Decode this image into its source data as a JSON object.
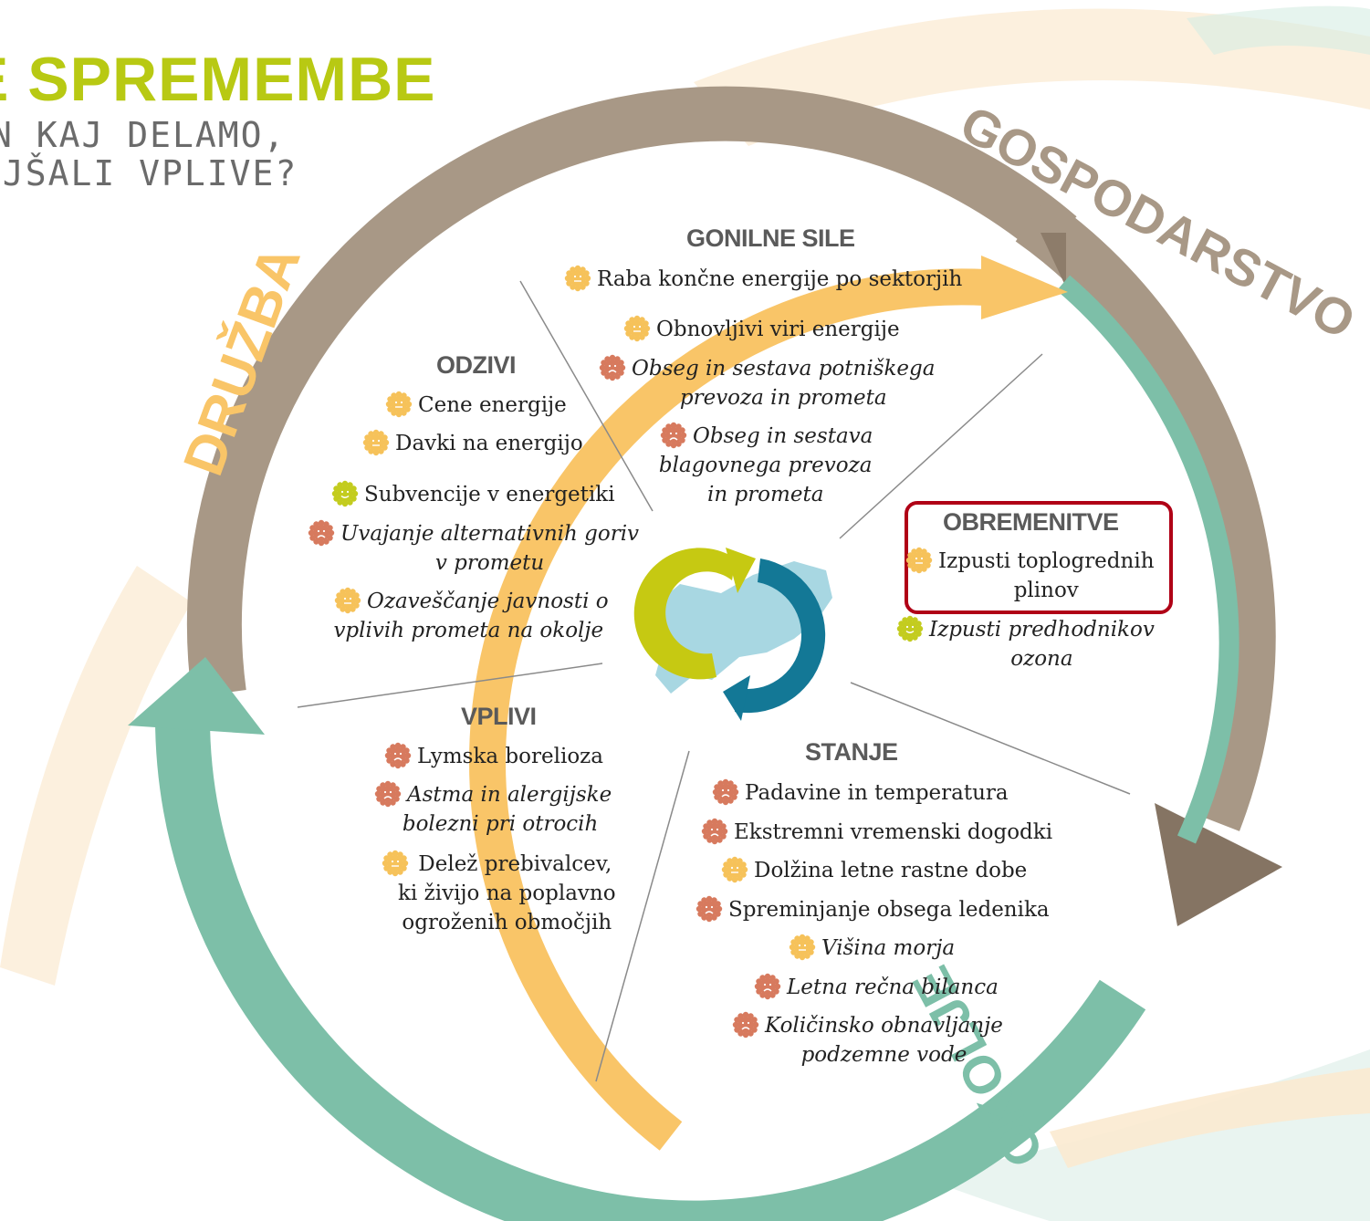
{
  "header": {
    "title": "E SPREMEMBE",
    "subtitle_line1": "N KAJ DELAMO,",
    "subtitle_line2": "NJŠALI VPLIVE?"
  },
  "arcs": {
    "druzba": "DRUŽBA",
    "gospodarstvo": "GOSPODARSTVO",
    "okolje": "OKOLJE"
  },
  "colors": {
    "orange": "#f9c568",
    "brown": "#a89886",
    "teal": "#7dbfa8",
    "sun_orange": "#f6c25a",
    "sun_green": "#c3cc1f",
    "sun_red": "#d77a5e",
    "highlight": "#b00016"
  },
  "sections": {
    "gonilne_sile": {
      "title": "GONILNE SILE",
      "items": [
        {
          "text": "Raba končne energije po sektorjih",
          "status": "orange",
          "italic": false
        },
        {
          "text": "Obnovljivi viri energije",
          "status": "orange",
          "italic": false
        },
        {
          "text": "Obseg in sestava potniškega",
          "cont": "prevoza in prometa",
          "status": "red",
          "italic": true
        },
        {
          "text": "Obseg in sestava",
          "cont": "blagovnega prevoza",
          "cont2": "in prometa",
          "status": "red",
          "italic": true
        }
      ]
    },
    "odzivi": {
      "title": "ODZIVI",
      "items": [
        {
          "text": "Cene energije",
          "status": "orange",
          "italic": false
        },
        {
          "text": "Davki na energijo",
          "status": "orange",
          "italic": false
        },
        {
          "text": "Subvencije v energetiki",
          "status": "green",
          "italic": false
        },
        {
          "text": "Uvajanje alternativnih goriv",
          "cont": "v prometu",
          "status": "red",
          "italic": true
        },
        {
          "text": "Ozaveščanje javnosti o",
          "cont": "vplivih prometa na okolje",
          "status": "orange",
          "italic": true
        }
      ]
    },
    "obremenitve": {
      "title": "OBREMENITVE",
      "items": [
        {
          "text": "Izpusti toplogrednih",
          "cont": "plinov",
          "status": "orange",
          "italic": false
        },
        {
          "text": "Izpusti predhodnikov",
          "cont": "ozona",
          "status": "green",
          "italic": true
        }
      ]
    },
    "vplivi": {
      "title": "VPLIVI",
      "items": [
        {
          "text": "Lymska borelioza",
          "status": "red",
          "italic": false
        },
        {
          "text": "Astma in alergijske",
          "cont": "bolezni pri otrocih",
          "status": "red",
          "italic": true
        },
        {
          "text": "Delež prebivalcev,",
          "cont": "ki živijo na poplavno",
          "cont2": "ogroženih območjih",
          "status": "orange",
          "italic": false
        }
      ]
    },
    "stanje": {
      "title": "STANJE",
      "items": [
        {
          "text": "Padavine in temperatura",
          "status": "red",
          "italic": false
        },
        {
          "text": "Ekstremni vremenski dogodki",
          "status": "red",
          "italic": false
        },
        {
          "text": "Dolžina letne rastne dobe",
          "status": "orange",
          "italic": false
        },
        {
          "text": "Spreminjanje obsega ledenika",
          "status": "red",
          "italic": false
        },
        {
          "text": "Višina morja",
          "status": "orange",
          "italic": true
        },
        {
          "text": "Letna rečna bilanca",
          "status": "red",
          "italic": true
        },
        {
          "text": "Količinsko obnavljanje",
          "cont": "podzemne vode",
          "status": "red",
          "italic": true
        }
      ]
    }
  }
}
